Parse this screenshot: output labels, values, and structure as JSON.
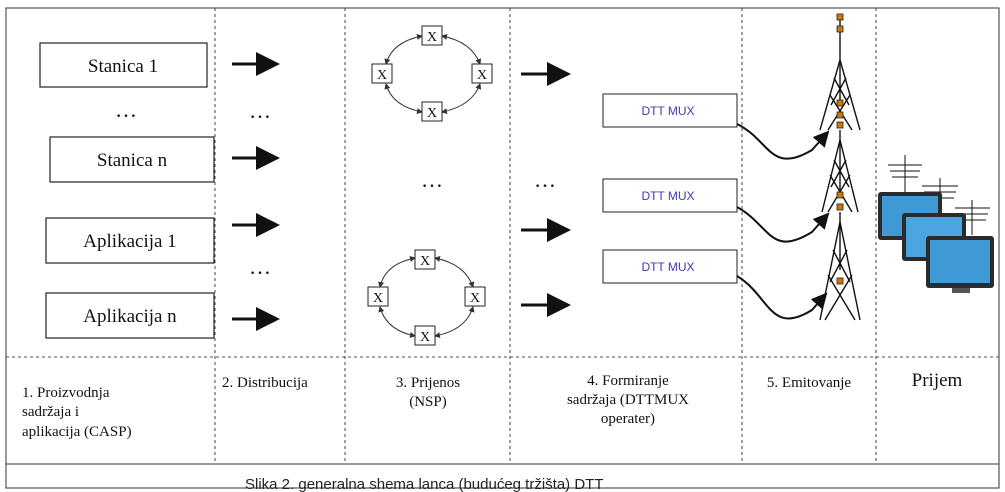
{
  "sources": [
    "Stanica 1",
    "Stanica n",
    "Aplikacija 1",
    "Aplikacija n"
  ],
  "ellipsis": "…",
  "switch_label": "X",
  "mux_label": "DTT MUX",
  "columns": {
    "c1": [
      "1. Proizvodnja",
      "sadržaja  i",
      "aplikacija (CASP)"
    ],
    "c2": [
      "2. Distribucija"
    ],
    "c3": [
      "3. Prijenos",
      "(NSP)"
    ],
    "c4": [
      "4. Formiranje",
      "sadržaja (DTTMUX",
      "operater)"
    ],
    "c5": [
      "5. Emitovanje"
    ],
    "c6": [
      "Prijem"
    ]
  },
  "caption": "Slika 2. generalna shema lanca (budućeg tržišta) DTT",
  "colors": {
    "mux_text": "#3b3bb3",
    "screen": "#3f9ad6",
    "tower_light": "#cc7a00"
  }
}
